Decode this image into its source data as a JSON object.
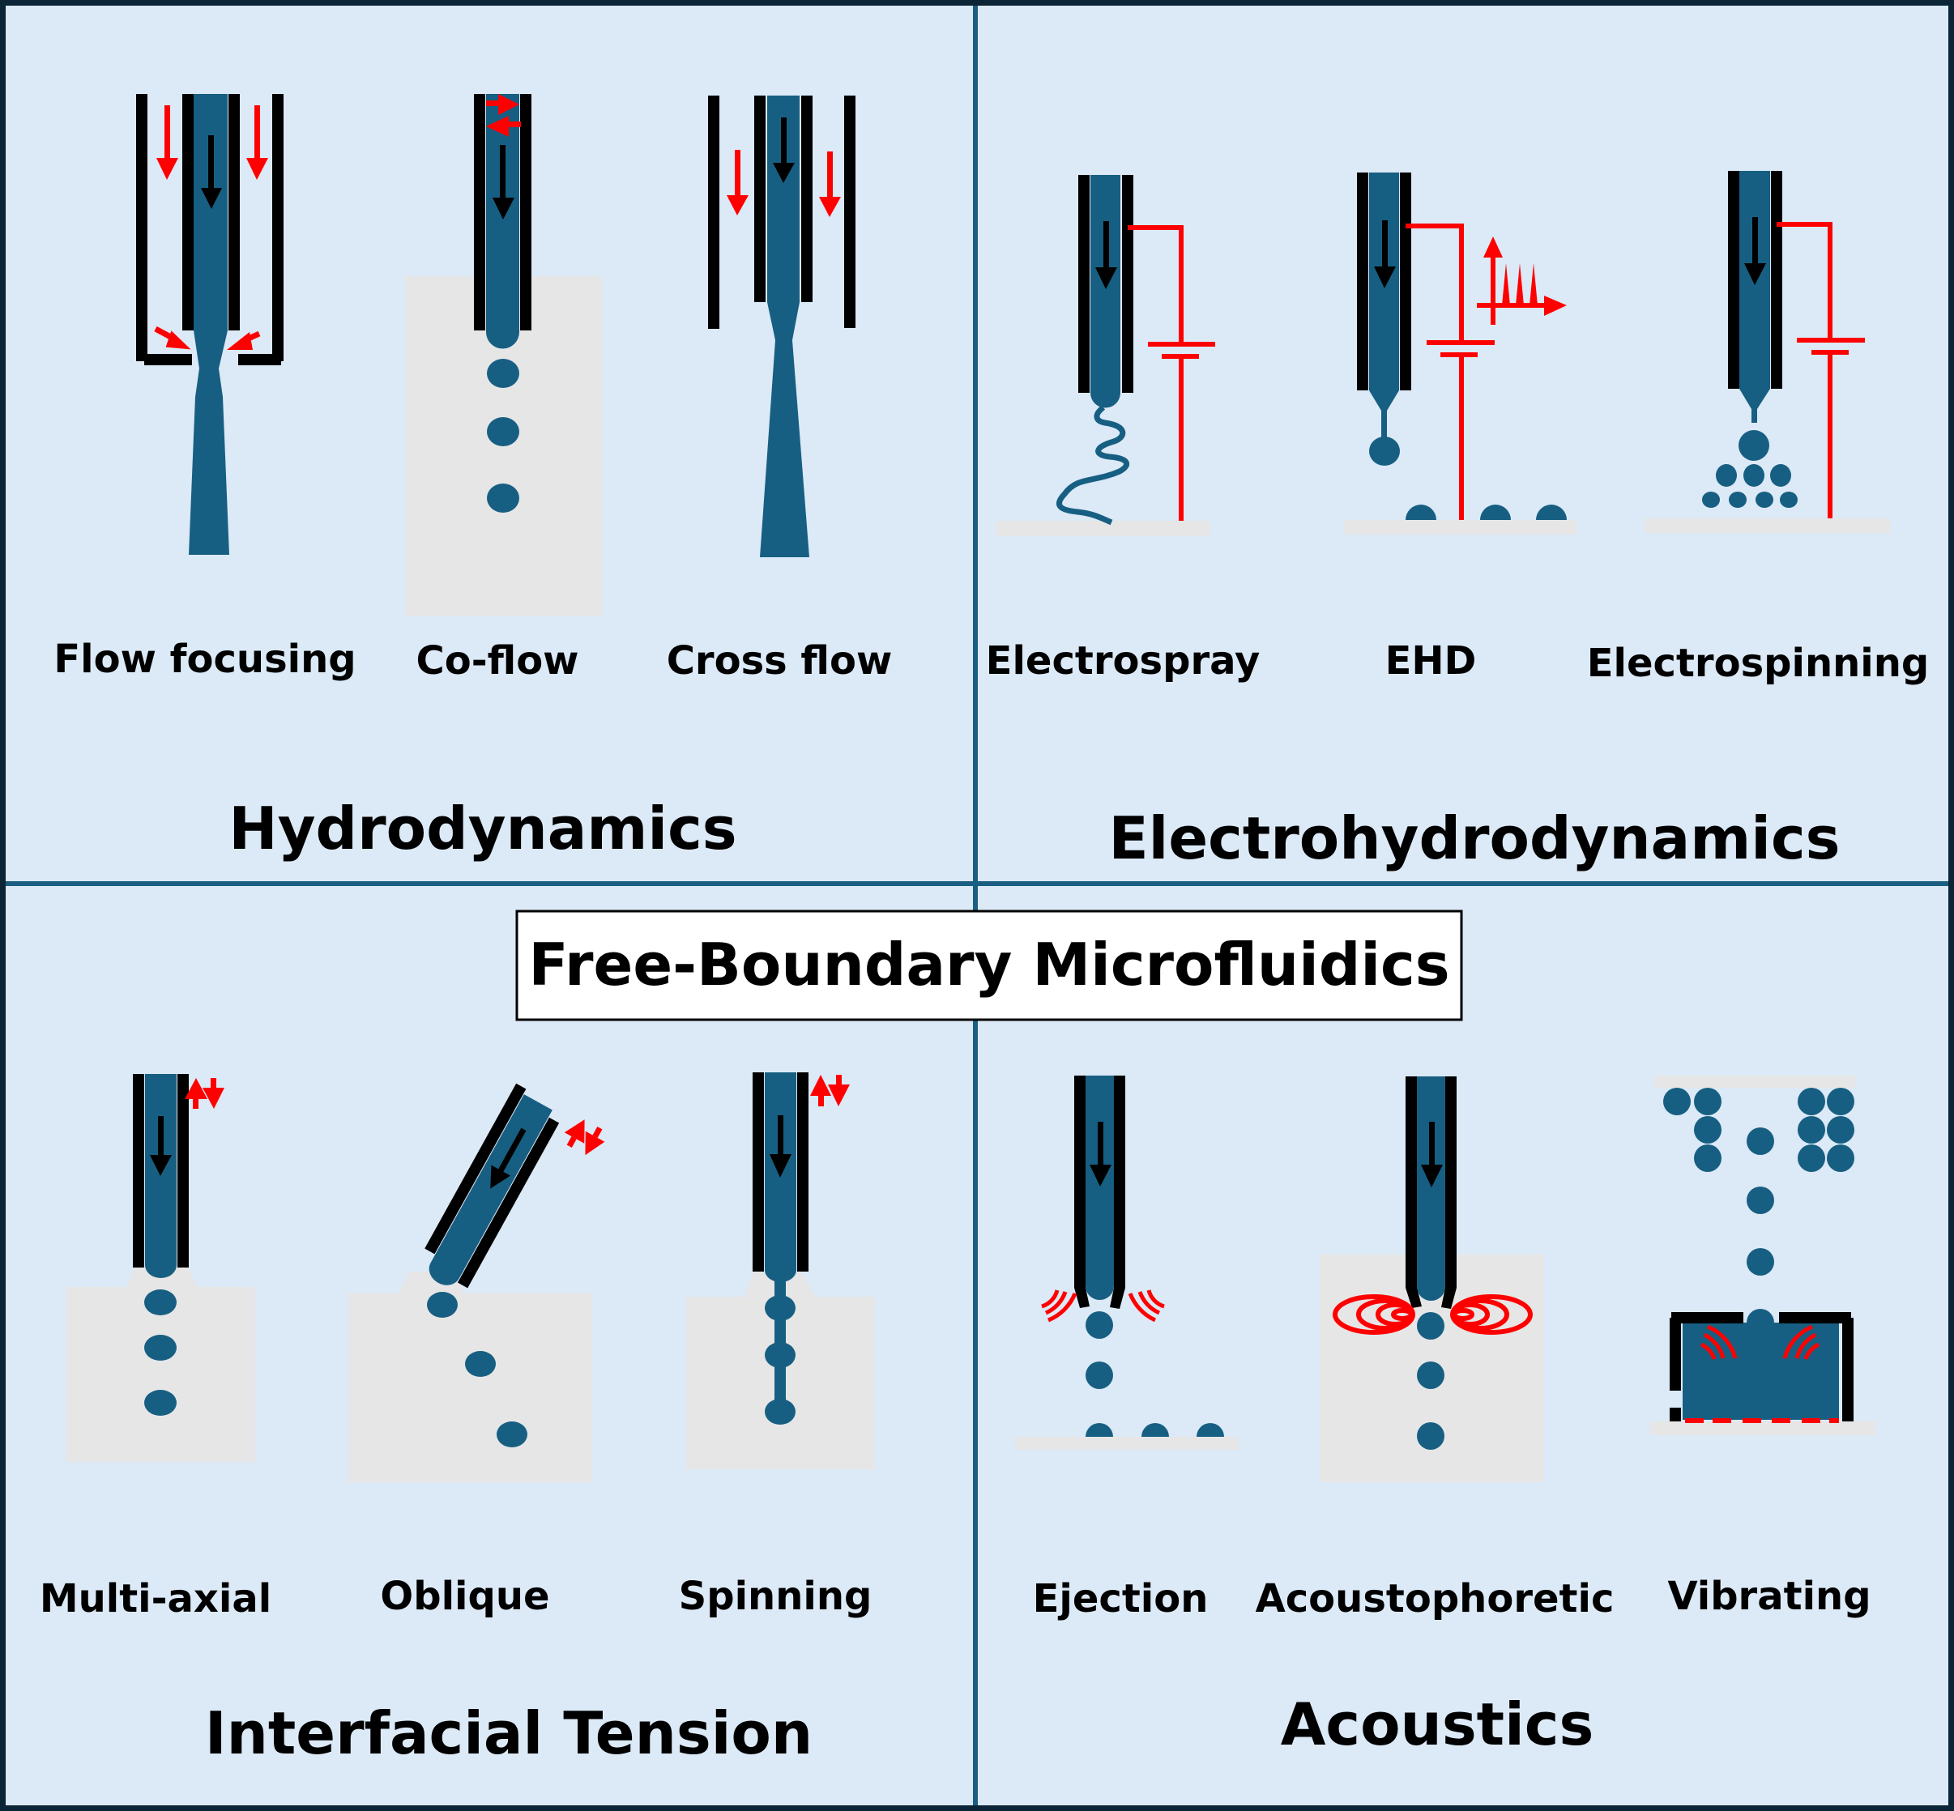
{
  "title": "Free-Boundary Microfluidics",
  "colors": {
    "background": "#dce9f6",
    "frame": "#0b2537",
    "divider": "#1a5f82",
    "fluid": "#175f82",
    "wall": "#000000",
    "accent_red": "#ff0000",
    "medium_gray": "#e6e6e6",
    "title_box": "#ffffff"
  },
  "quadrants": [
    {
      "name": "Hydrodynamics",
      "methods": [
        "Flow focusing",
        "Co-flow",
        "Cross flow"
      ]
    },
    {
      "name": "Electrohydrodynamics",
      "methods": [
        "Electrospray",
        "EHD",
        "Electrospinning"
      ]
    },
    {
      "name": "Interfacial Tension",
      "methods": [
        "Multi-axial",
        "Oblique",
        "Spinning"
      ]
    },
    {
      "name": "Acoustics",
      "methods": [
        "Ejection",
        "Acoustophoretic",
        "Vibrating"
      ]
    }
  ],
  "icons": {
    "flow_arrow": "down-arrow",
    "sheath_arrow": "red-down-arrow",
    "voltage_source": "battery-symbol",
    "pulse_signal": "pulse-train",
    "oscillation": "up-down-arrows",
    "acoustic_wave": "sound-wave-arcs",
    "acoustic_vortex": "concentric-ellipses"
  }
}
